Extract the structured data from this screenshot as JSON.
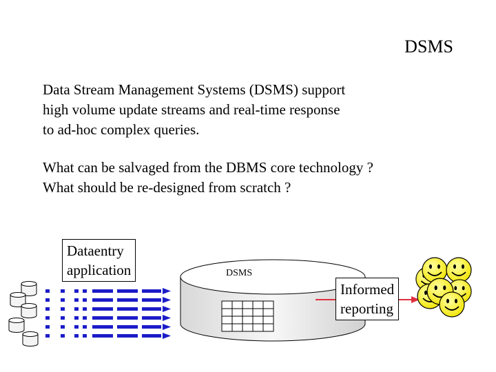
{
  "slide": {
    "title": "DSMS",
    "paragraph1": [
      "Data Stream Management Systems (DSMS) support",
      "high volume update streams and real-time response",
      "to ad-hoc complex queries."
    ],
    "paragraph2": [
      "What can be salvaged from the DBMS core technology ?",
      "What should be re-designed from scratch ?"
    ]
  },
  "diagram": {
    "entry_label": [
      "Dataentry",
      "application"
    ],
    "dsms_label": "DSMS",
    "report_label": [
      "Informed",
      "reporting"
    ],
    "colors": {
      "stream": "#1c1cc8",
      "arrow": "#e03040",
      "smiley": "#ffff33",
      "cylinder": "#eeeeee"
    },
    "icons": [
      "database-icon",
      "smiley-icon"
    ]
  }
}
